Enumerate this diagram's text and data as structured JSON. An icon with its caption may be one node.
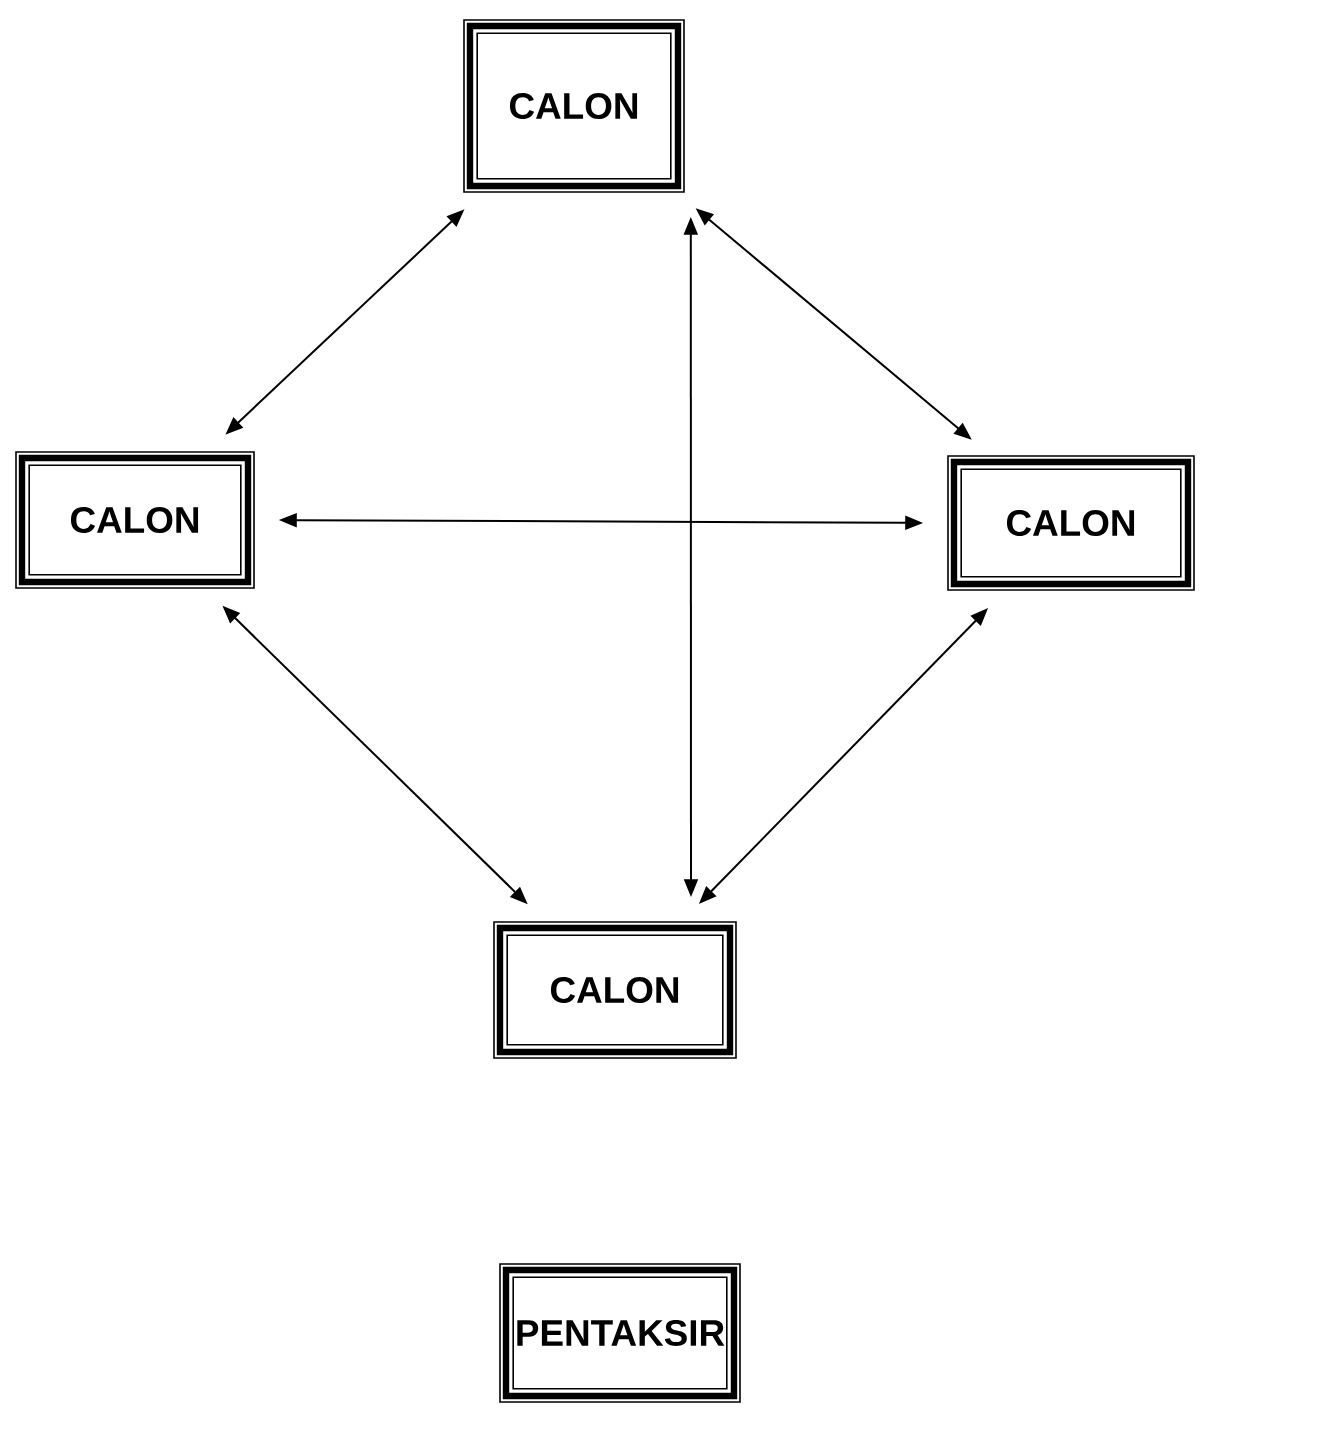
{
  "diagram": {
    "nodes": [
      {
        "text": [
          "CALON"
        ]
      },
      {
        "text": [
          "CALON"
        ]
      },
      {
        "text": [
          "CALON"
        ]
      },
      {
        "text": [
          "CALON"
        ]
      },
      {
        "text": [
          "PENTAKSIR"
        ]
      }
    ],
    "edges": [
      {
        "from": 0,
        "to": 1,
        "arrow": "both"
      },
      {
        "from": 0,
        "to": 2,
        "arrow": "both"
      },
      {
        "from": 0,
        "to": 3,
        "arrow": "both"
      },
      {
        "from": 1,
        "to": 2,
        "arrow": "both"
      },
      {
        "from": 1,
        "to": 3,
        "arrow": "both"
      },
      {
        "from": 2,
        "to": 3,
        "arrow": "both"
      }
    ]
  }
}
